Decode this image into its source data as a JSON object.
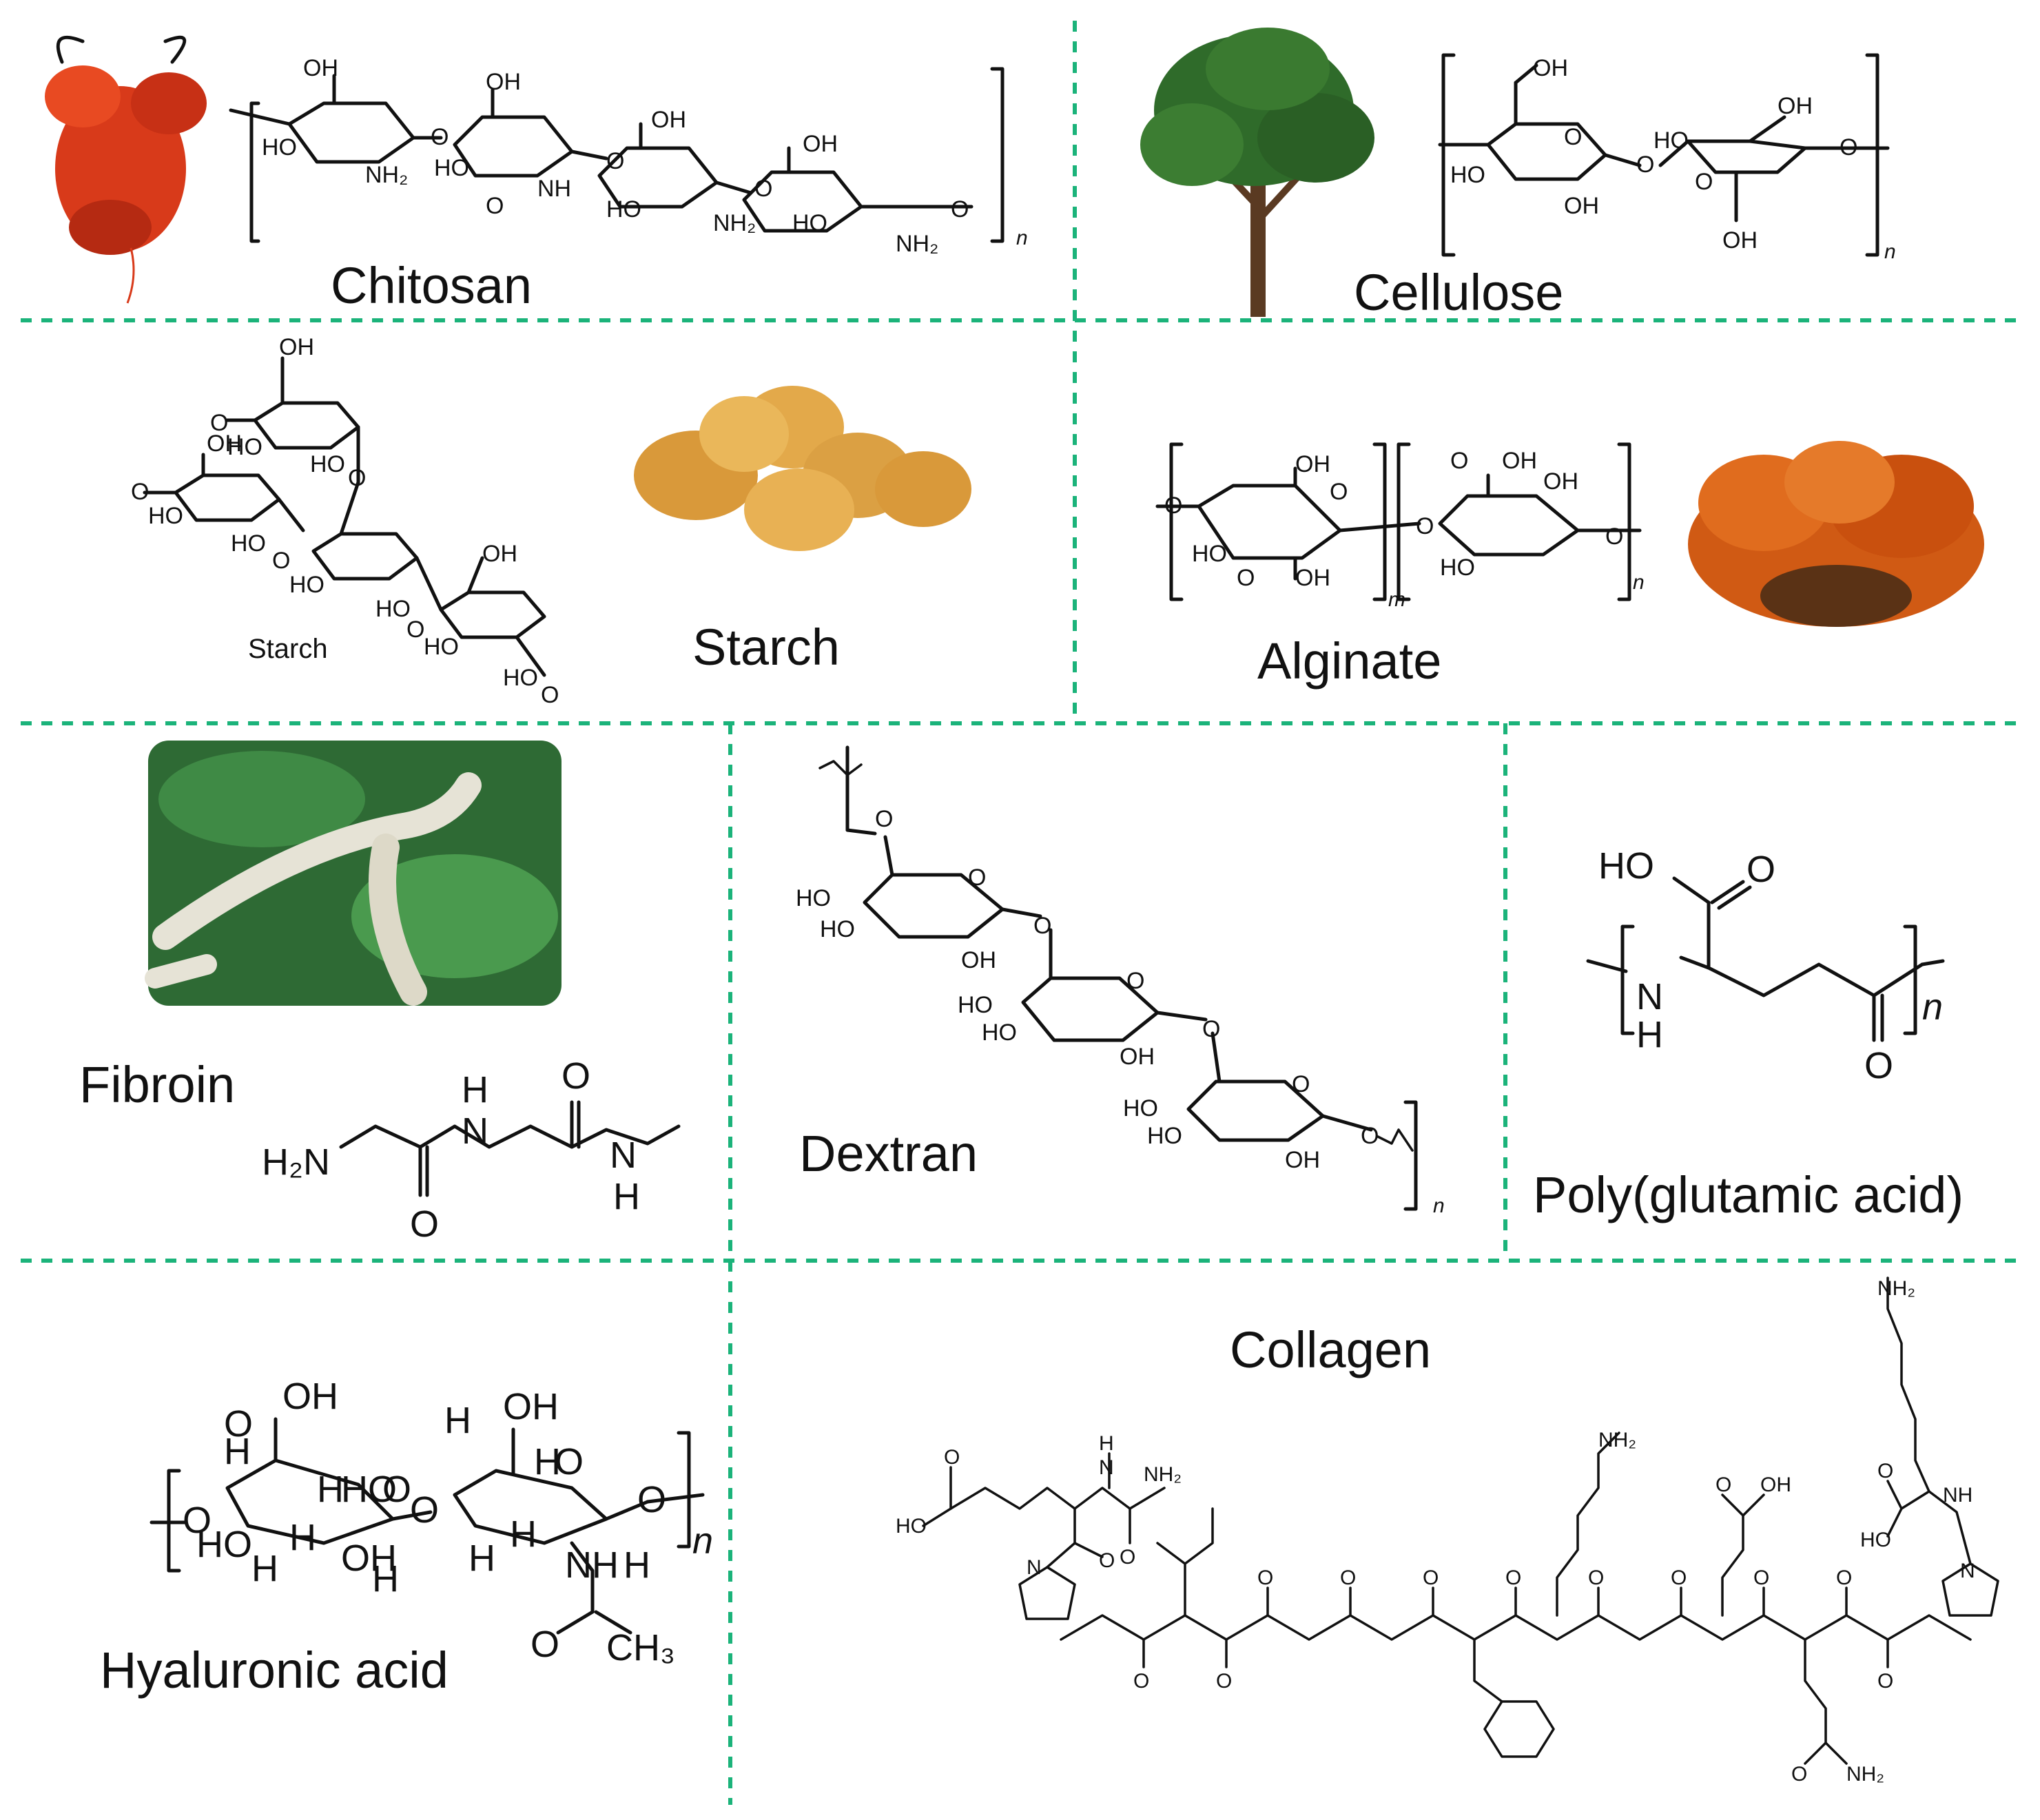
{
  "colors": {
    "divider": "#1bb37a",
    "background": "#ffffff",
    "lobster": "#d83a1a",
    "tree": "#2f6b2a",
    "potato": "#e3a94a",
    "seaweed": "#d05a14",
    "silkworm_bg": "#2e6a34"
  },
  "panels": {
    "chitosan": {
      "label": "Chitosan",
      "repeat": "n",
      "image_icon": "lobster-icon"
    },
    "cellulose": {
      "label": "Cellulose",
      "repeat": "n",
      "image_icon": "tree-icon"
    },
    "starch": {
      "label": "Starch",
      "structure_label": "Starch",
      "image_icon": "potato-icon"
    },
    "alginate": {
      "label": "Alginate",
      "repeat_m": "m",
      "repeat_n": "n",
      "image_icon": "seaweed-icon"
    },
    "fibroin": {
      "label": "Fibroin",
      "image_icon": "silkworm-icon"
    },
    "dextran": {
      "label": "Dextran",
      "repeat": "n"
    },
    "polyglutamic": {
      "label": "Poly(glutamic acid)",
      "repeat": "n"
    },
    "hyaluronic": {
      "label": "Hyaluronic acid",
      "repeat": "n"
    },
    "collagen": {
      "label": "Collagen"
    }
  },
  "atoms": {
    "OH": "OH",
    "HO": "HO",
    "O": "O",
    "H": "H",
    "N": "N",
    "NH": "NH",
    "NH2": "NH₂",
    "H2N": "H₂N",
    "CH3": "CH₃"
  }
}
